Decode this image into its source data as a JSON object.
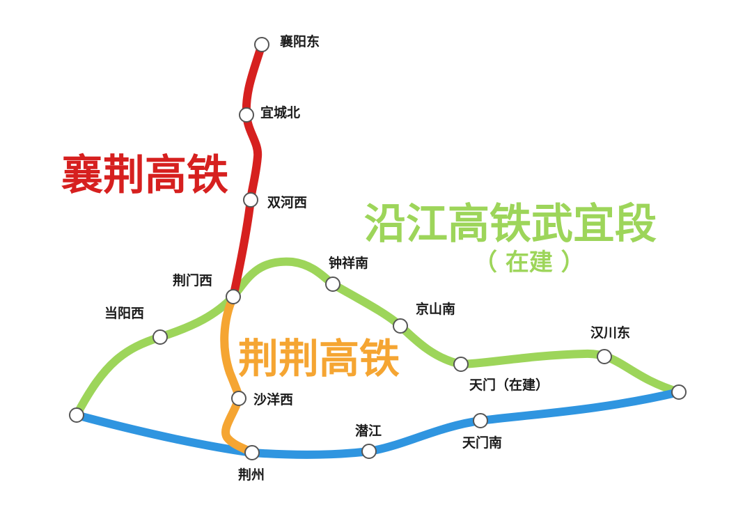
{
  "colors": {
    "xiangjing": "#d6201f",
    "jingjing": "#f5a532",
    "yanjiang": "#9dd55a",
    "hanyi": "#2f95e0",
    "station_fill": "#ffffff",
    "station_stroke": "#555555"
  },
  "lines": {
    "xiangjing": {
      "title": "襄荆高铁"
    },
    "jingjing": {
      "title": "荆荆高铁"
    },
    "yanjiang": {
      "title": "沿江高铁武宜段",
      "subtitle": "（ 在建 ）"
    },
    "hanyi": {
      "title": ""
    }
  },
  "stations": {
    "xiangyang_dong": "襄阳东",
    "yicheng_bei": "宜城北",
    "shuanghe_xi": "双河西",
    "jingmen_xi": "荆门西",
    "zhongxiang_nan": "钟祥南",
    "jingshan_nan": "京山南",
    "tianmen": "天门（在建）",
    "hanchuan_dong": "汉川东",
    "dangyang_xi": "当阳西",
    "shayang_xi": "沙洋西",
    "jingzhou": "荆州",
    "qianjiang": "潜江",
    "tianmen_nan": "天门南"
  }
}
